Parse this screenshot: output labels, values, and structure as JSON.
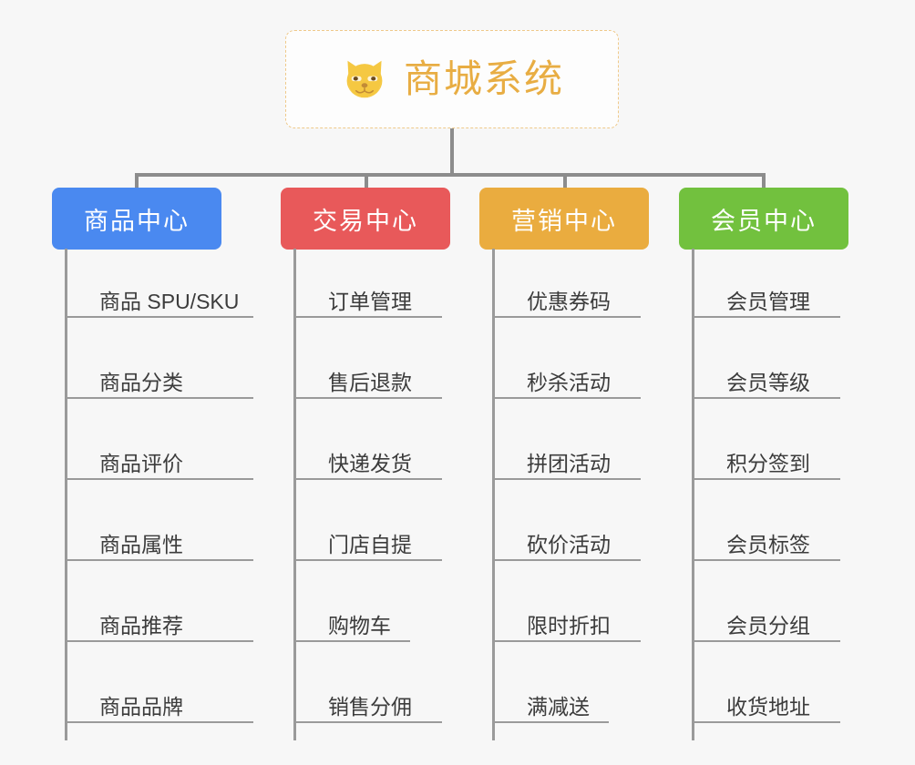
{
  "background_color": "#f7f7f7",
  "root": {
    "title": "商城系统",
    "icon": "shiba-inu-icon",
    "text_color": "#e8ad43",
    "border_color": "#efc98a"
  },
  "connector_color": "#8c8c8c",
  "columns": [
    {
      "header": "商品中心",
      "color": "#4a89f0",
      "items": [
        "商品 SPU/SKU",
        "商品分类",
        "商品评价",
        "商品属性",
        "商品推荐",
        "商品品牌"
      ]
    },
    {
      "header": "交易中心",
      "color": "#e8595a",
      "items": [
        "订单管理",
        "售后退款",
        "快递发货",
        "门店自提",
        "购物车",
        "销售分佣"
      ]
    },
    {
      "header": "营销中心",
      "color": "#eaac3f",
      "items": [
        "优惠券码",
        "秒杀活动",
        "拼团活动",
        "砍价活动",
        "限时折扣",
        "满减送"
      ]
    },
    {
      "header": "会员中心",
      "color": "#72c13e",
      "items": [
        "会员管理",
        "会员等级",
        "积分签到",
        "会员标签",
        "会员分组",
        "收货地址"
      ]
    }
  ]
}
